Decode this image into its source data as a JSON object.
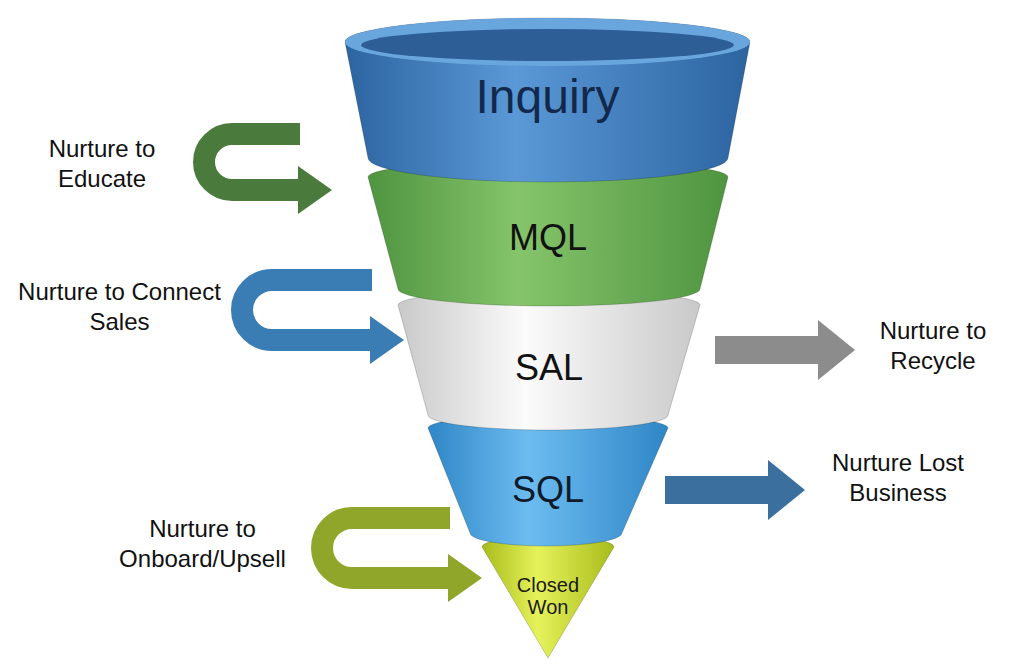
{
  "diagram": {
    "nodes": [
      {
        "text": [
          "Inquiry"
        ]
      },
      {
        "text": [
          "MQL"
        ]
      },
      {
        "text": [
          "SAL"
        ]
      },
      {
        "text": [
          "SQL"
        ]
      },
      {
        "text": [
          "Closed Won"
        ]
      }
    ],
    "labels": [
      "Nurture to Educate",
      "Nurture to Connect Sales",
      "Nurture to Recycle",
      "Nurture Lost Business",
      "Nurture to Onboard/Upsell"
    ]
  }
}
